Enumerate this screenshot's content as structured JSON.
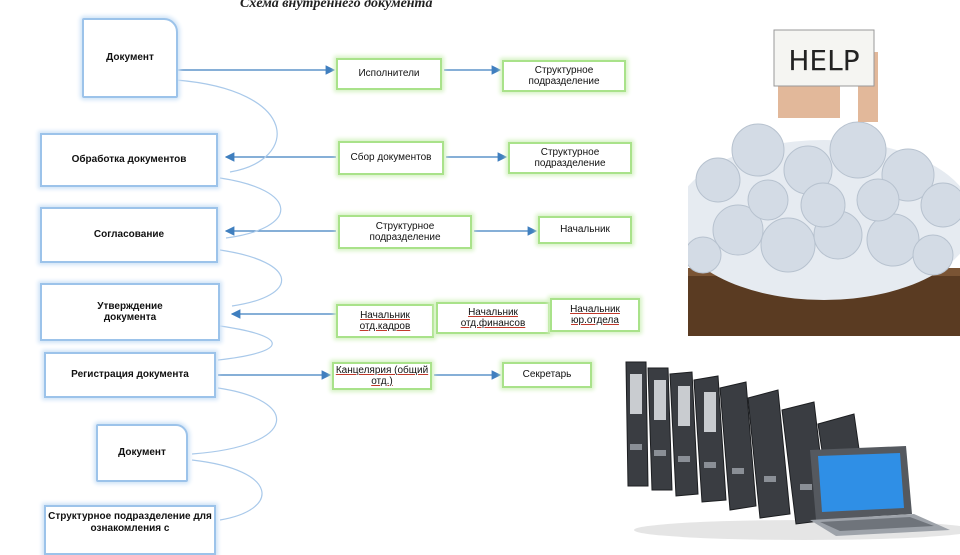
{
  "title": "Схема внутреннего документа",
  "left_column": {
    "doc_top": "Документ",
    "processing": "Обработка документов",
    "approval": "Согласование",
    "confirmation": "Утверждение документа",
    "registration": "Регистрация документа",
    "doc_bottom": "Документ",
    "structural_bottom": "Структурное подразделение для ознакомления с"
  },
  "right_column": {
    "executor": "Исполнители",
    "structural_1": "Структурное подразделение",
    "collection": "Сбор документов",
    "structural_2": "Структурное подразделение",
    "structural_3": "Структурное подразделение",
    "head_1": "Начальник",
    "head_hr": "Начальник отд.кадров",
    "head_finance": "Начальник отд.финансов",
    "head_legal": "Начальник юр.отдела",
    "office": "Канцелярия (общий отд.)",
    "secretary": "Секретарь"
  },
  "photos": {
    "help_sign": "HELP"
  },
  "colors": {
    "flow_arrow": "#3f7fbf",
    "blue_border": "#9cc3ea",
    "green_border": "#a9e28a",
    "screen": "#2f8fe6"
  }
}
